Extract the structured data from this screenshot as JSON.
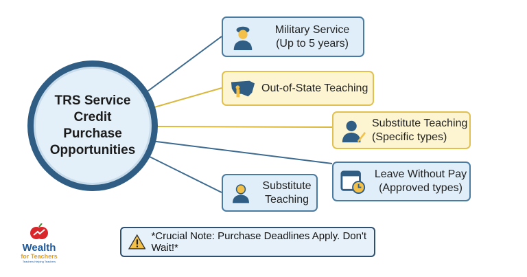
{
  "center": {
    "title": "TRS Service Credit Purchase Opportunities"
  },
  "nodes": [
    {
      "label_1": "Military Service",
      "label_2": "(Up to 5 years)",
      "icon": "soldier-icon"
    },
    {
      "label_1": "Out-of-State Teaching",
      "icon": "usa-map-teacher-icon"
    },
    {
      "label_1": "Substitute Teaching",
      "label_2": "(Specific types)",
      "icon": "person-writing-icon"
    },
    {
      "label_1": "Leave Without Pay",
      "label_2": "(Approved types)",
      "icon": "calendar-clock-icon"
    },
    {
      "label_1": "Substitute",
      "label_2": "Teaching",
      "icon": "person-icon"
    }
  ],
  "note": {
    "text": "*Crucial Note: Purchase Deadlines Apply. Don't Wait!*",
    "icon": "warning-icon"
  },
  "logo": {
    "line1": "Wealth",
    "line2": "for Teachers",
    "tagline": "Teachers Helping Teachers"
  },
  "colors": {
    "blue": "#2f5d84",
    "yellow": "#e0c050"
  }
}
